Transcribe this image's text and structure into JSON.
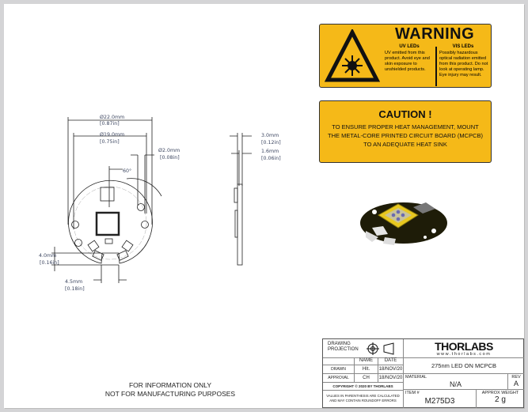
{
  "warning": {
    "title": "WARNING",
    "uv_heading": "UV LEDs",
    "uv_text": "UV emitted from this product. Avoid eye and skin exposure to unshielded products.",
    "vis_heading": "VIS LEDs",
    "vis_text": "Possibly hazardous optical radiation emitted from this product. Do not look at operating lamp. Eye injury may result."
  },
  "caution": {
    "title": "CAUTION !",
    "text": "TO ENSURE PROPER HEAT MANAGEMENT, MOUNT THE METAL-CORE PRINTED CIRCUIT BOARD (MCPCB) TO AN ADEQUATE HEAT SINK"
  },
  "dimensions": {
    "outer_dia_mm": "Ø22.0mm",
    "outer_dia_in": "[0.87in]",
    "bolt_dia_mm": "Ø19.0mm",
    "bolt_dia_in": "[0.75in]",
    "hole_dia_mm": "Ø2.0mm",
    "hole_dia_in": "[0.08in]",
    "angle": "60°",
    "slot_depth_mm": "4.0mm",
    "slot_depth_in": "[0.16in]",
    "slot_width_mm": "4.5mm",
    "slot_width_in": "[0.18in]",
    "total_thick_mm": "3.0mm",
    "total_thick_in": "[0.12in]",
    "board_thick_mm": "1.6mm",
    "board_thick_in": "[0.06in]"
  },
  "footer": {
    "line1": "FOR INFORMATION ONLY",
    "line2": "NOT FOR MANUFACTURING PURPOSES"
  },
  "title_block": {
    "drawing_projection": "DRAWING PROJECTION",
    "name_header": "NAME",
    "date_header": "DATE",
    "drawn_label": "DRAWN",
    "drawn_name": "HIt.",
    "drawn_date": "18/NOV/20",
    "approval_label": "APPROVAL",
    "approval_name": "CH",
    "approval_date": "18/NOV/20",
    "copyright": "COPYRIGHT © 2020 BY THORLABS",
    "values_note": "VALUES IN PARENTHESIS ARE CALCULATED AND MAY CONTAIN ROUNDOFF ERRORS",
    "logo": "THORLABS",
    "website": "www.thorlabs.com",
    "description": "275nm LED ON MCPCB",
    "material_label": "MATERIAL",
    "material": "N/A",
    "rev_label": "REV",
    "rev": "A",
    "item_label": "ITEM #",
    "item": "M275D3",
    "weight_label": "APPROX WEIGHT",
    "weight": "2 g"
  },
  "colors": {
    "warning_yellow": "#f5b918",
    "board_black": "#1e1c08"
  }
}
